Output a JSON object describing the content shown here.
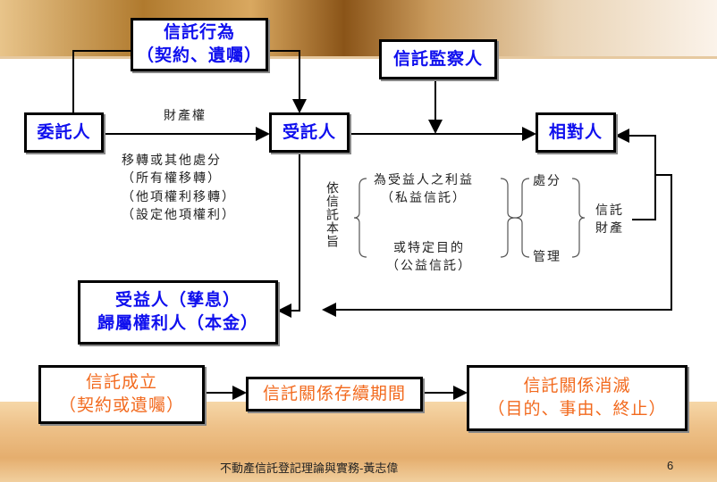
{
  "nodes": {
    "trust_act": [
      "信託行為",
      "（契約、遺囑）"
    ],
    "supervisor": "信託監察人",
    "settlor": "委託人",
    "trustee": "受託人",
    "counterparty": "相對人",
    "beneficiary": [
      "受益人（孳息）",
      "歸屬權利人（本金）"
    ],
    "established": [
      "信託成立",
      "（契約或遺囑）"
    ],
    "duration": "信託關係存續期間",
    "terminated": [
      "信託關係消滅",
      "（目的、事由、終止）"
    ]
  },
  "labels": {
    "property_right": "財產權",
    "transfer": [
      "移轉或其他處分",
      "（所有權移轉）",
      "（他項權利移轉）",
      "（設定他項權利）"
    ],
    "purpose": "依信託本旨",
    "private_benefit": [
      "為受益人之利益",
      "（私益信託）"
    ],
    "public_purpose": [
      "或特定目的",
      "（公益信託）"
    ],
    "dispose": "處分",
    "manage": "管理",
    "trust_property": [
      "信託",
      "財產"
    ]
  },
  "footer": {
    "title": "不動產信託登記理論與實務-黃志偉",
    "page": "6"
  }
}
